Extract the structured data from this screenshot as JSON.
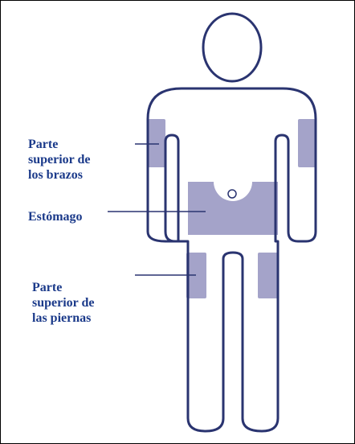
{
  "labels": {
    "upper_arms": "Parte\nsuperior de\nlos brazos",
    "stomach": "Estómago",
    "upper_legs": "Parte\nsuperior de\nlas piernas"
  },
  "colors": {
    "outline": "#2a3470",
    "site_fill": "#a4a3c9",
    "label_text": "#1b3a8a",
    "leader_line": "#2a3470"
  }
}
